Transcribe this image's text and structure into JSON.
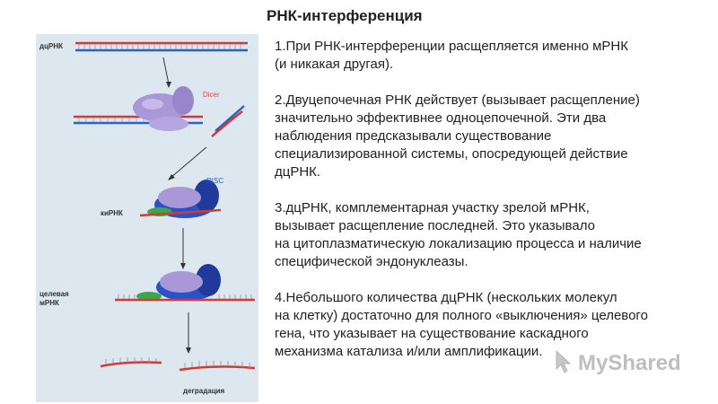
{
  "title": "РНК-интерференция",
  "figure": {
    "label_dsrna": "дцРНК",
    "label_dicer": "Dicer",
    "label_risc": "RISC",
    "label_sirna": "киРНК",
    "label_target_line1": "целевая",
    "label_target_line2": "мРНК",
    "label_degradation": "деградация"
  },
  "paragraphs": [
    "1.При РНК-интерференции расщепляется именно мРНК\n(и никакая другая).",
    "2.Двуцепочечная РНК действует (вызывает расщепление)\nзначительно эффективнее одноцепочечной. Эти два\nнаблюдения предсказывали существование\nспециализированной системы, опосредующей действие\nдцРНК.",
    "3.дцРНК, комплементарная участку зрелой мРНК,\nвызывает расщепление последней. Это указывало\nна цитоплазматическую локализацию процесса и наличие\nспецифической эндонуклеазы.",
    "4.Небольшого количества дцРНК (нескольких молекул\nна клетку) достаточно для полного «выключения» целевого\nгена, что указывает на существование каскадного\nмеханизма катализа и/или амплификации."
  ],
  "watermark": {
    "text": "MyShared",
    "icon": "mouse-cursor-icon"
  },
  "colors": {
    "strand_red": "#d23a3a",
    "strand_blue": "#2a62c8",
    "dicer_purple": "#a898d8",
    "risc_blue": "#1f3a9a",
    "sirna_green": "#3aa84a",
    "panel_bg": "#dde7ef"
  }
}
